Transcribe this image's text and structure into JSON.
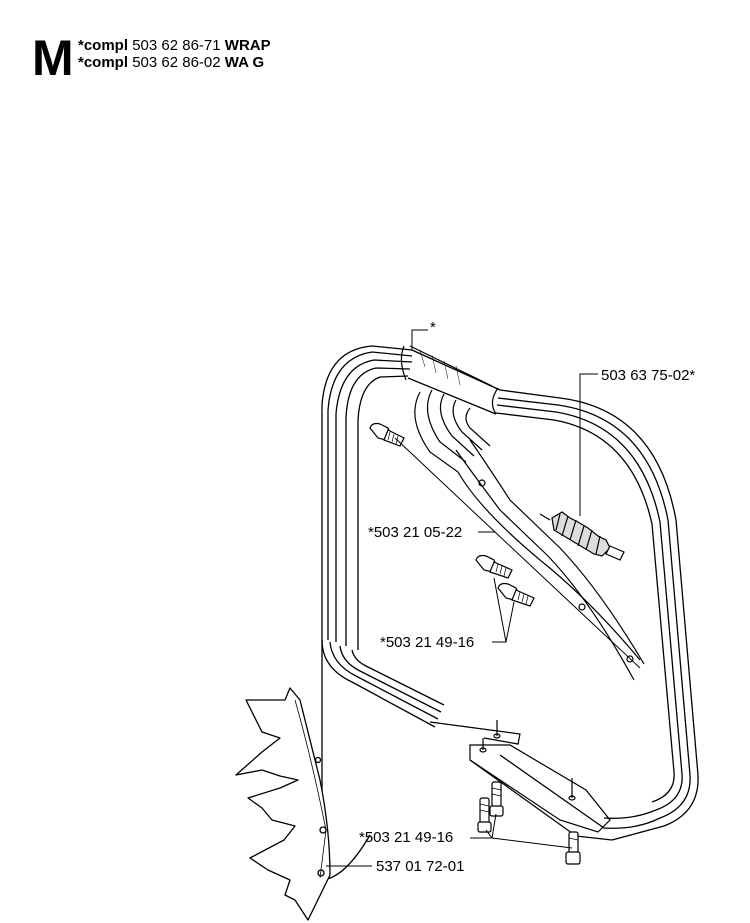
{
  "header": {
    "section_letter": "M",
    "lines": [
      {
        "prefix": "*compl",
        "part_number": "503 62 86-71",
        "suffix": "WRAP"
      },
      {
        "prefix": "*compl",
        "part_number": "503 62 86-02",
        "suffix": "WA G"
      }
    ]
  },
  "callouts": {
    "top_marker": "*",
    "grip": "503 63 75-02*",
    "screw_upper": "*503 21 05-22",
    "screws_middle": "*503 21 49-16",
    "screws_bottom": "*503 21 49-16",
    "guard_plate": "537 01 72-01"
  }
}
